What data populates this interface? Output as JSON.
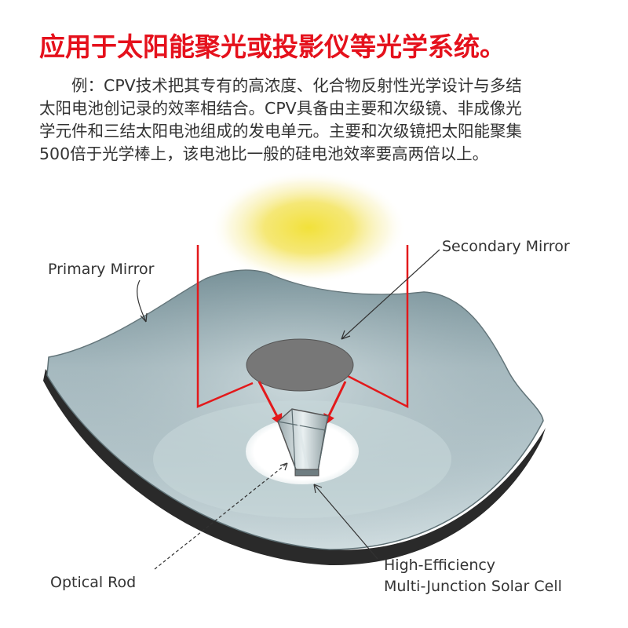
{
  "headline": "应用于太阳能聚光或投影仪等光学系统。",
  "description_lines": [
    "　　例：CPV技术把其专有的高浓度、化合物反射性光学设计与多结",
    "太阳电池创记录的效率相结合。CPV具备由主要和次级镜、非成像光",
    "学元件和三结太阳电池组成的发电单元。主要和次级镜把太阳能聚集",
    "500倍于光学棒上，该电池比一般的硅电池效率要高两倍以上。"
  ],
  "labels": {
    "primary_mirror": "Primary Mirror",
    "secondary_mirror": "Secondary Mirror",
    "optical_rod": "Optical Rod",
    "solar_cell_line1": "High-Efficiency",
    "solar_cell_line2": "Multi-Junction Solar Cell"
  },
  "colors": {
    "headline": "#e5111c",
    "sun": "#f4e15a",
    "light_beam": "#e3191b",
    "mirror": "#9fb3b9",
    "mirror_rim": "#2a2a2a",
    "secondary_mirror": "#777777"
  },
  "icons": {
    "sun": "sun-glow",
    "arrows": "red-arrow"
  }
}
